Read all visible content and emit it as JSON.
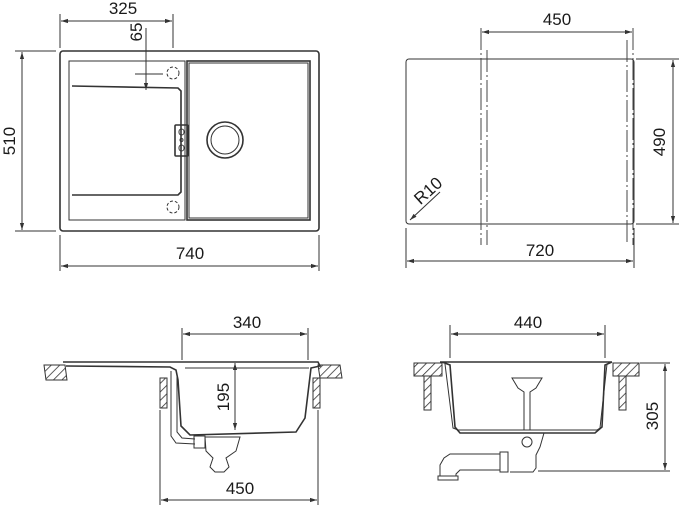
{
  "diagram": {
    "subject": "Kitchen sink technical drawing (single bowl with drainer)",
    "units": "mm",
    "colors": {
      "line": "#333333",
      "text": "#1a1a1a",
      "background": "#ffffff"
    },
    "views": {
      "top_view": {
        "width_label": "740",
        "height_label": "510",
        "drainer_width_label": "325",
        "tap_hole_offset_label": "65"
      },
      "cutout_view": {
        "width_label": "720",
        "height_label": "490",
        "cabinet_width_label": "450",
        "corner_radius_label": "R10"
      },
      "side_section_view": {
        "bowl_width_label": "340",
        "bowl_depth_label": "195",
        "cabinet_width_label": "450"
      },
      "front_section_view": {
        "bowl_width_label": "440",
        "total_depth_label": "305"
      }
    }
  }
}
